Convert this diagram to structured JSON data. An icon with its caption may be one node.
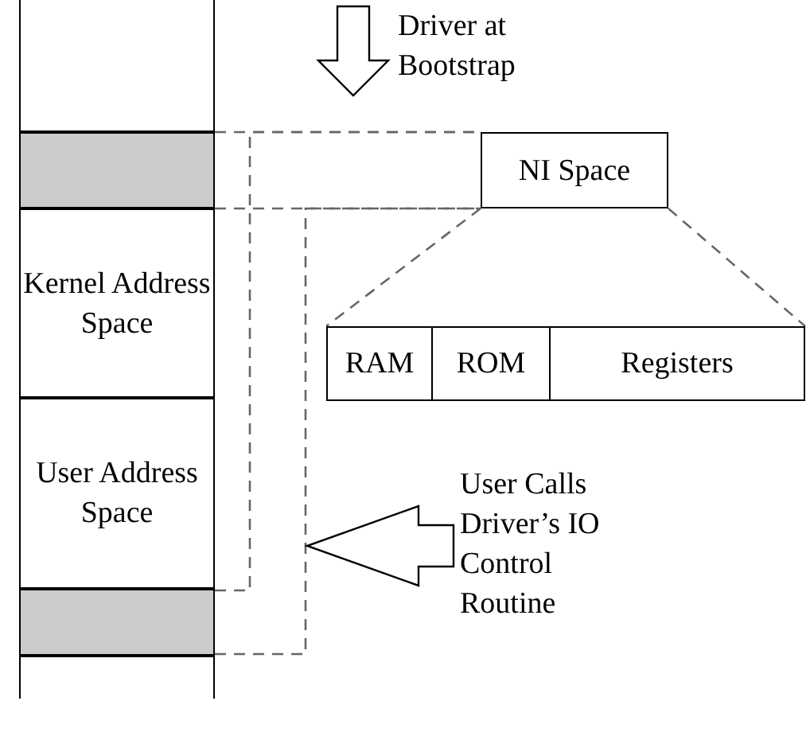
{
  "diagram": {
    "nodes": [
      {
        "text": [],
        "shape": "box"
      },
      {
        "text": [],
        "shape": "box"
      },
      {
        "text": [
          "Kernel Address Space"
        ]
      },
      {
        "text": [
          "User Address Space"
        ]
      },
      {
        "text": [],
        "shape": "box"
      },
      {
        "text": [],
        "shape": "box"
      },
      {
        "text": [
          "NI Space"
        ]
      },
      {
        "text": [
          "RAM"
        ]
      },
      {
        "text": [
          "ROM"
        ]
      },
      {
        "text": [
          "Registers"
        ]
      },
      {
        "text": [
          "Driver at Bootstrap"
        ]
      },
      {
        "text": [
          "User Calls Driver’s IO Control Routine"
        ]
      }
    ],
    "edges": [
      {
        "from": 1,
        "to": 6,
        "arrow": "none",
        "style": "dashed"
      },
      {
        "from": 4,
        "to": 6,
        "arrow": "none",
        "style": "dashed"
      },
      {
        "from": 6,
        "to": 7,
        "arrow": "none",
        "style": "dashed"
      },
      {
        "from": 6,
        "to": 9,
        "arrow": "none",
        "style": "dashed"
      },
      {
        "from": 10,
        "to": null,
        "arrow": "to",
        "style": "thick"
      },
      {
        "from": 11,
        "to": null,
        "arrow": "to",
        "style": "thick"
      }
    ]
  }
}
